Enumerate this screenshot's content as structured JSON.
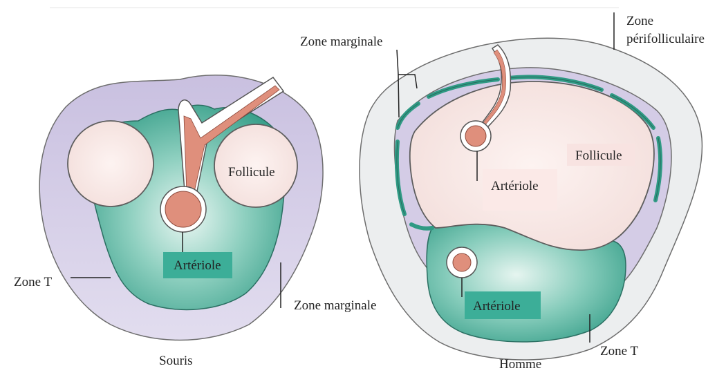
{
  "left_panel": {
    "caption": "Souris",
    "follicle_label": "Follicule",
    "arteriole_label": "Artériole",
    "t_zone_label": "Zone T",
    "marginal_zone_label": "Zone marginale"
  },
  "right_panel": {
    "caption": "Homme",
    "follicle_label": "Follicule",
    "arteriole_label_top": "Artériole",
    "arteriole_label_bottom": "Artériole",
    "marginal_zone_label": "Zone marginale",
    "perifollicular_label_line1": "Zone",
    "perifollicular_label_line2": "périfolliculaire",
    "t_zone_label": "Zone T"
  },
  "colors": {
    "marginal_zone": "#d4cce6",
    "perifollicular_zone": "#e8eaec",
    "t_zone": "#3aaa94",
    "follicle": "#f7e6e4",
    "arteriole": "#df8f7c",
    "arteriole_label_bg": "#3cae98"
  }
}
